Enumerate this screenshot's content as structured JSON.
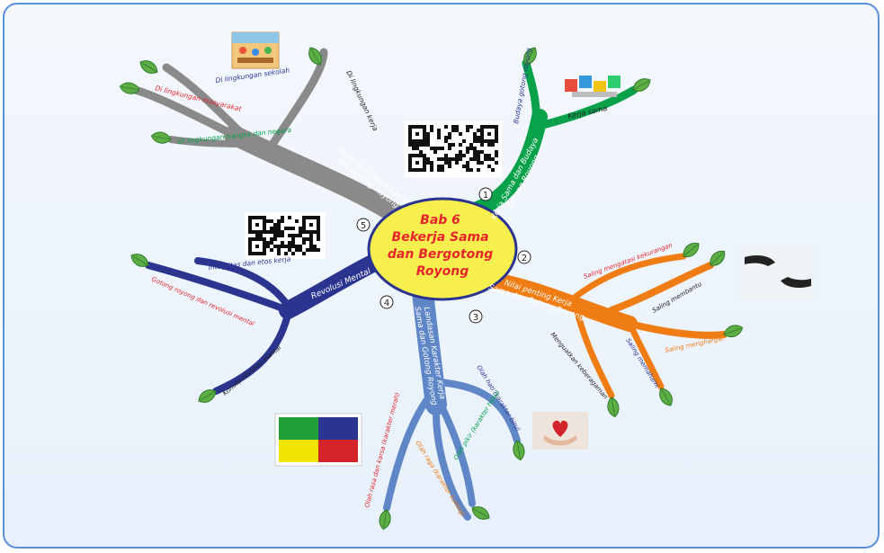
{
  "center": {
    "lines": [
      "Bab 6",
      "Bekerja Sama",
      "dan Bergotong",
      "Royong"
    ]
  },
  "branches": [
    {
      "number": "1",
      "color": "#0aa14b",
      "title_lines": [
        "Kerja Sama dan Budaya",
        "Gotong Royong"
      ],
      "subs": [
        "Budaya gotong royong",
        "Kerja sama"
      ]
    },
    {
      "number": "2",
      "color": "#ef7d14",
      "title_lines": [
        "Nilai penting Kerja",
        "Sama dan Gotong Royong"
      ],
      "subs": [
        "Saling mengatasi kekurangan",
        "Saling membantu",
        "Saling menghargai",
        "Saling memahami",
        "Menguatkan keberagaman"
      ]
    },
    {
      "number": "3",
      "color": "#5f86c6",
      "title_lines": [
        "Landasan Karakter Kerja",
        "Sama dan Gotong Royong"
      ],
      "subs": [
        "Olah hati (karakter biru)",
        "Olah pikir (karakter hijau)",
        "Olah raga (karakter kuning)",
        "Olah rasa dan karsa (karakter merah)"
      ]
    },
    {
      "number": "4",
      "color": "#2b3590",
      "title_lines": [
        "Revolusi Mental"
      ],
      "subs": [
        "Integritas dan etos kerja",
        "Gotong royong dan revolusi mental",
        "Konsep revolusi mental"
      ]
    },
    {
      "number": "5",
      "color": "#8a8a8a",
      "title_lines": [
        "Penerapan Kerja Sama",
        "dan Gotong Royong"
      ],
      "subs": [
        "Di lingkungan kerja",
        "Di lingkungan sekolah",
        "Di lingkungan masyarakat",
        "Di lingkungan bangsa dan negara"
      ]
    }
  ],
  "colors": {
    "center_fill": "#f7ef4d",
    "center_stroke": "#2b3590",
    "center_text": "#e5252c",
    "leaf": "#5daf45",
    "leaf_dark": "#2f7a2a",
    "frame": "#5b8fd6"
  },
  "illustrations": {
    "classroom": "classroom-picture",
    "blocks": "letter-blocks-picture",
    "hands": "reaching-hands-picture",
    "heart": "heart-in-hands-picture",
    "qr": "qr-code",
    "color_grid": [
      "#21a038",
      "#2b3590",
      "#f0e400",
      "#d5232a"
    ]
  }
}
